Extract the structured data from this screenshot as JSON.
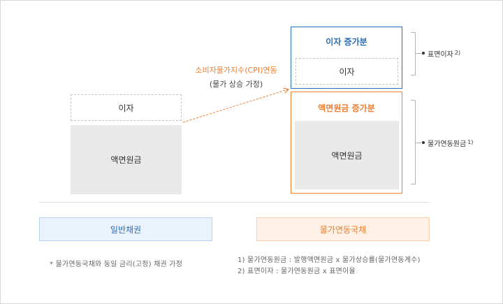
{
  "left": {
    "interest": "이자",
    "principal": "액면원금",
    "caption": "일반채권",
    "note": "* 물가연동국채와 동일 금리(고정) 채권 가정"
  },
  "arrow": {
    "title": "소비자물가지수(CPI)연동",
    "subtitle": "(물가 상승 가정)"
  },
  "right": {
    "interest_increase": "이자 증가분",
    "interest": "이자",
    "principal_increase": "액면원금 증가분",
    "principal": "액면원금",
    "label_coupon": "표면이자",
    "label_coupon_sup": "2)",
    "label_principal": "물가연동원금",
    "label_principal_sup": "1)",
    "caption": "물가연동국채",
    "note1": "1) 물가연동원금 : 발행액면원금 x 물가상승률(물가연동계수)",
    "note2": "2) 표면이자 : 물가연동원금 x 표면이율"
  },
  "colors": {
    "blue": "#2a6db5",
    "orange": "#ef7d2f",
    "blue_caption_bg": "#eaf2fb",
    "orange_caption_bg": "#fdf1e6"
  }
}
